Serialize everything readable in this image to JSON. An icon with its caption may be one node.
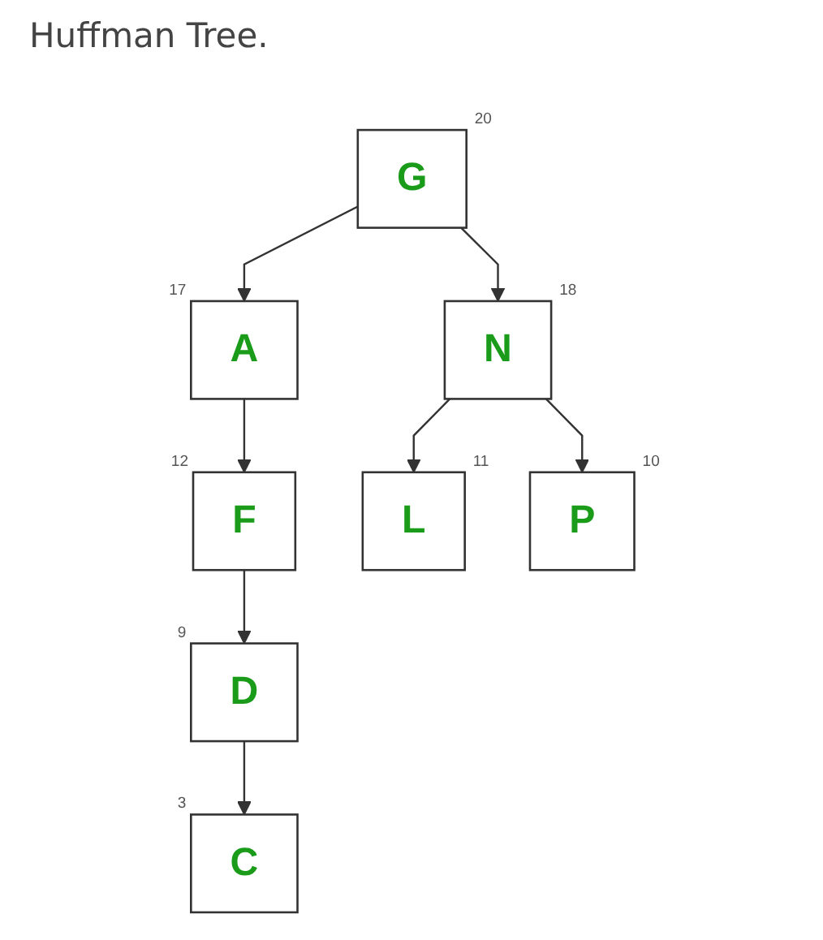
{
  "diagram": {
    "title": "Huffman Tree.",
    "nodes": [
      {
        "text": [
          "G"
        ],
        "beside": [
          "20"
        ]
      },
      {
        "text": [
          "A"
        ],
        "beside": [
          "17"
        ]
      },
      {
        "text": [
          "N"
        ],
        "beside": [
          "18"
        ]
      },
      {
        "text": [
          "F"
        ],
        "beside": [
          "12"
        ]
      },
      {
        "text": [
          "L"
        ],
        "beside": [
          "11"
        ]
      },
      {
        "text": [
          "P"
        ],
        "beside": [
          "10"
        ]
      },
      {
        "text": [
          "D"
        ],
        "beside": [
          "9"
        ]
      },
      {
        "text": [
          "C"
        ],
        "beside": [
          "3"
        ]
      }
    ],
    "edges": [
      {
        "from": 0,
        "to": 1,
        "arrow": "to"
      },
      {
        "from": 0,
        "to": 2,
        "arrow": "to"
      },
      {
        "from": 1,
        "to": 3,
        "arrow": "to"
      },
      {
        "from": 2,
        "to": 4,
        "arrow": "to"
      },
      {
        "from": 2,
        "to": 5,
        "arrow": "to"
      },
      {
        "from": 3,
        "to": 6,
        "arrow": "to"
      },
      {
        "from": 6,
        "to": 7,
        "arrow": "to"
      }
    ]
  }
}
